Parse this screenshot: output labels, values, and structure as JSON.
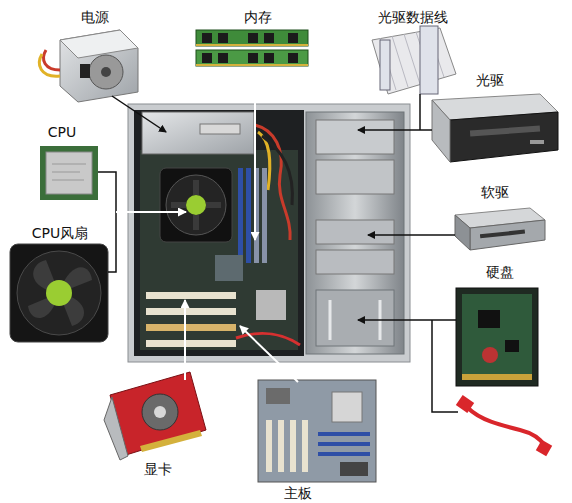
{
  "diagram": {
    "labels": [
      "电源",
      "内存",
      "光驱数据线",
      "光驱",
      "CPU",
      "软驱",
      "CPU风扇",
      "硬盘",
      "显卡",
      "主板"
    ]
  }
}
